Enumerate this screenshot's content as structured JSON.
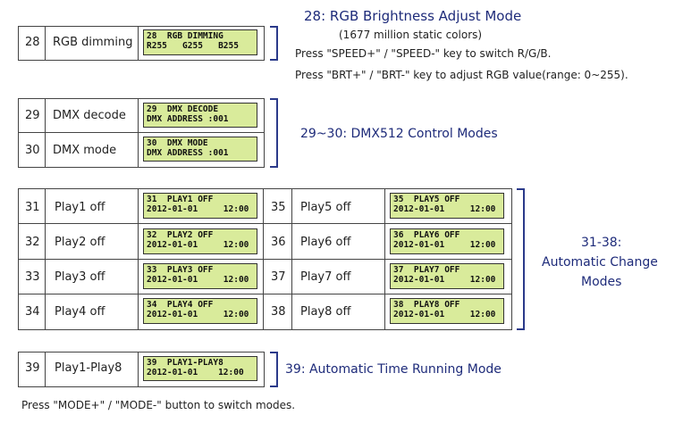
{
  "rgb": {
    "row": {
      "num": "28",
      "name": "RGB dimming",
      "lcd1": "28  RGB DIMMING",
      "lcd2": "R255   G255   B255"
    },
    "title": "28: RGB Brightness Adjust Mode",
    "subtitle": "(1677 million static colors)",
    "note1": "Press  \"SPEED+\" / \"SPEED-\" key to switch R/G/B.",
    "note2": "Press \"BRT+\" / \"BRT-\" key to adjust RGB value(range: 0~255)."
  },
  "dmx": {
    "rows": [
      {
        "num": "29",
        "name": "DMX decode",
        "lcd1": "29  DMX DECODE",
        "lcd2": "DMX ADDRESS :001"
      },
      {
        "num": "30",
        "name": "DMX mode",
        "lcd1": "30  DMX MODE",
        "lcd2": "DMX ADDRESS :001"
      }
    ],
    "title": "29~30: DMX512 Control Modes"
  },
  "auto": {
    "left": [
      {
        "num": "31",
        "name": "Play1 off",
        "lcd1": "31  PLAY1 OFF",
        "lcd2": "2012-01-01     12:00"
      },
      {
        "num": "32",
        "name": "Play2 off",
        "lcd1": "32  PLAY2 OFF",
        "lcd2": "2012-01-01     12:00"
      },
      {
        "num": "33",
        "name": "Play3 off",
        "lcd1": "33  PLAY3 OFF",
        "lcd2": "2012-01-01     12:00"
      },
      {
        "num": "34",
        "name": "Play4 off",
        "lcd1": "34  PLAY4 OFF",
        "lcd2": "2012-01-01     12:00"
      }
    ],
    "right": [
      {
        "num": "35",
        "name": "Play5 off",
        "lcd1": "35  PLAY5 OFF",
        "lcd2": "2012-01-01     12:00"
      },
      {
        "num": "36",
        "name": "Play6 off",
        "lcd1": "36  PLAY6 OFF",
        "lcd2": "2012-01-01     12:00"
      },
      {
        "num": "37",
        "name": "Play7 off",
        "lcd1": "37  PLAY7 OFF",
        "lcd2": "2012-01-01     12:00"
      },
      {
        "num": "38",
        "name": "Play8 off",
        "lcd1": "38  PLAY8 OFF",
        "lcd2": "2012-01-01     12:00"
      }
    ],
    "title1": "31-38:",
    "title2": "Automatic Change",
    "title3": "Modes"
  },
  "timerun": {
    "row": {
      "num": "39",
      "name": "Play1-Play8",
      "lcd1": "39  PLAY1-PLAY8",
      "lcd2": "2012-01-01    12:00"
    },
    "title": "39: Automatic Time Running Mode"
  },
  "footer": "Press \"MODE+\" / \"MODE-\" button to switch modes.",
  "colors": {
    "accent": "#1e2b7a",
    "lcd": "#d9eb9b"
  }
}
